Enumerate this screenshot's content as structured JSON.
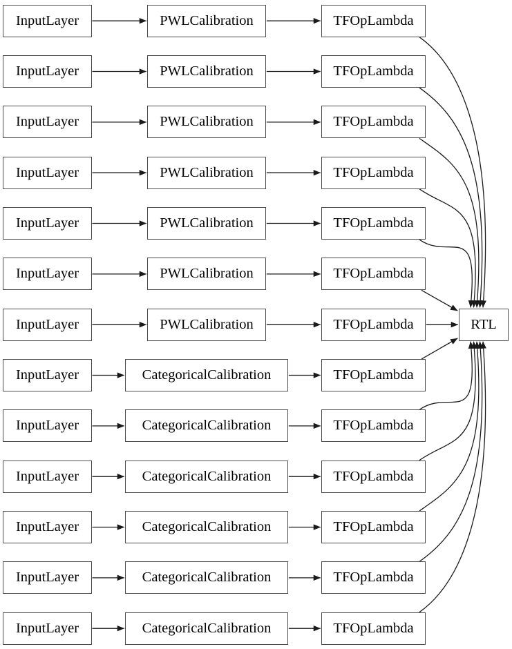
{
  "diagram": {
    "background_color": "#ffffff",
    "node_fill_color": "#ffffff",
    "node_border_color": "#4a4a4a",
    "edge_color": "#1a1a1a",
    "text_color": "#000000",
    "output_node": {
      "label": "RTL"
    },
    "rows": [
      {
        "type": "pwl",
        "input": "InputLayer",
        "calibration": "PWLCalibration",
        "lambda": "TFOpLambda"
      },
      {
        "type": "pwl",
        "input": "InputLayer",
        "calibration": "PWLCalibration",
        "lambda": "TFOpLambda"
      },
      {
        "type": "pwl",
        "input": "InputLayer",
        "calibration": "PWLCalibration",
        "lambda": "TFOpLambda"
      },
      {
        "type": "pwl",
        "input": "InputLayer",
        "calibration": "PWLCalibration",
        "lambda": "TFOpLambda"
      },
      {
        "type": "pwl",
        "input": "InputLayer",
        "calibration": "PWLCalibration",
        "lambda": "TFOpLambda"
      },
      {
        "type": "pwl",
        "input": "InputLayer",
        "calibration": "PWLCalibration",
        "lambda": "TFOpLambda"
      },
      {
        "type": "pwl",
        "input": "InputLayer",
        "calibration": "PWLCalibration",
        "lambda": "TFOpLambda"
      },
      {
        "type": "cat",
        "input": "InputLayer",
        "calibration": "CategoricalCalibration",
        "lambda": "TFOpLambda"
      },
      {
        "type": "cat",
        "input": "InputLayer",
        "calibration": "CategoricalCalibration",
        "lambda": "TFOpLambda"
      },
      {
        "type": "cat",
        "input": "InputLayer",
        "calibration": "CategoricalCalibration",
        "lambda": "TFOpLambda"
      },
      {
        "type": "cat",
        "input": "InputLayer",
        "calibration": "CategoricalCalibration",
        "lambda": "TFOpLambda"
      },
      {
        "type": "cat",
        "input": "InputLayer",
        "calibration": "CategoricalCalibration",
        "lambda": "TFOpLambda"
      },
      {
        "type": "cat",
        "input": "InputLayer",
        "calibration": "CategoricalCalibration",
        "lambda": "TFOpLambda"
      }
    ]
  }
}
